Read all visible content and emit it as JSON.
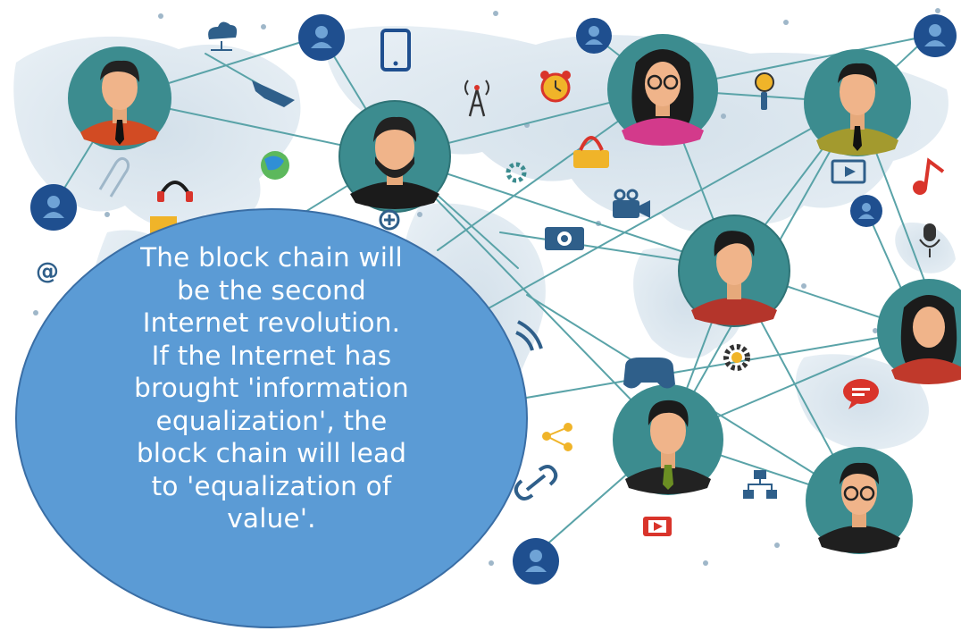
{
  "caption": {
    "lines": [
      "The block chain will",
      "be the second",
      "Internet revolution.",
      "If the Internet has",
      "brought 'information",
      "equalization', the",
      "block chain will lead",
      "to 'equalization of",
      "value'."
    ]
  },
  "colors": {
    "background": "#ffffff",
    "map": "#d8e4ec",
    "network_line": "#5aa3a8",
    "avatar_circle": "#3c8c8f",
    "avatar_ring": "#2f7477",
    "small_user_badge": "#1f4f8f",
    "bubble_fill": "#5b9bd5",
    "bubble_stroke": "#3a6ea5",
    "caption_text": "#ffffff"
  },
  "icons": [
    "cloud-icon",
    "tablet-icon",
    "radio-tower-icon",
    "alarm-clock-icon",
    "magnifier-icon",
    "hand-pointer-icon",
    "globe-icon",
    "shopping-basket-icon",
    "gear-icon",
    "film-icon",
    "music-note-icon",
    "paperclip-icon",
    "headphones-icon",
    "video-camera-icon",
    "photo-camera-icon",
    "microphone-icon",
    "at-sign-icon",
    "wifi-icon",
    "gamepad-icon",
    "chat-bubble-icon",
    "share-icon",
    "link-icon",
    "network-icon",
    "play-button-icon"
  ]
}
